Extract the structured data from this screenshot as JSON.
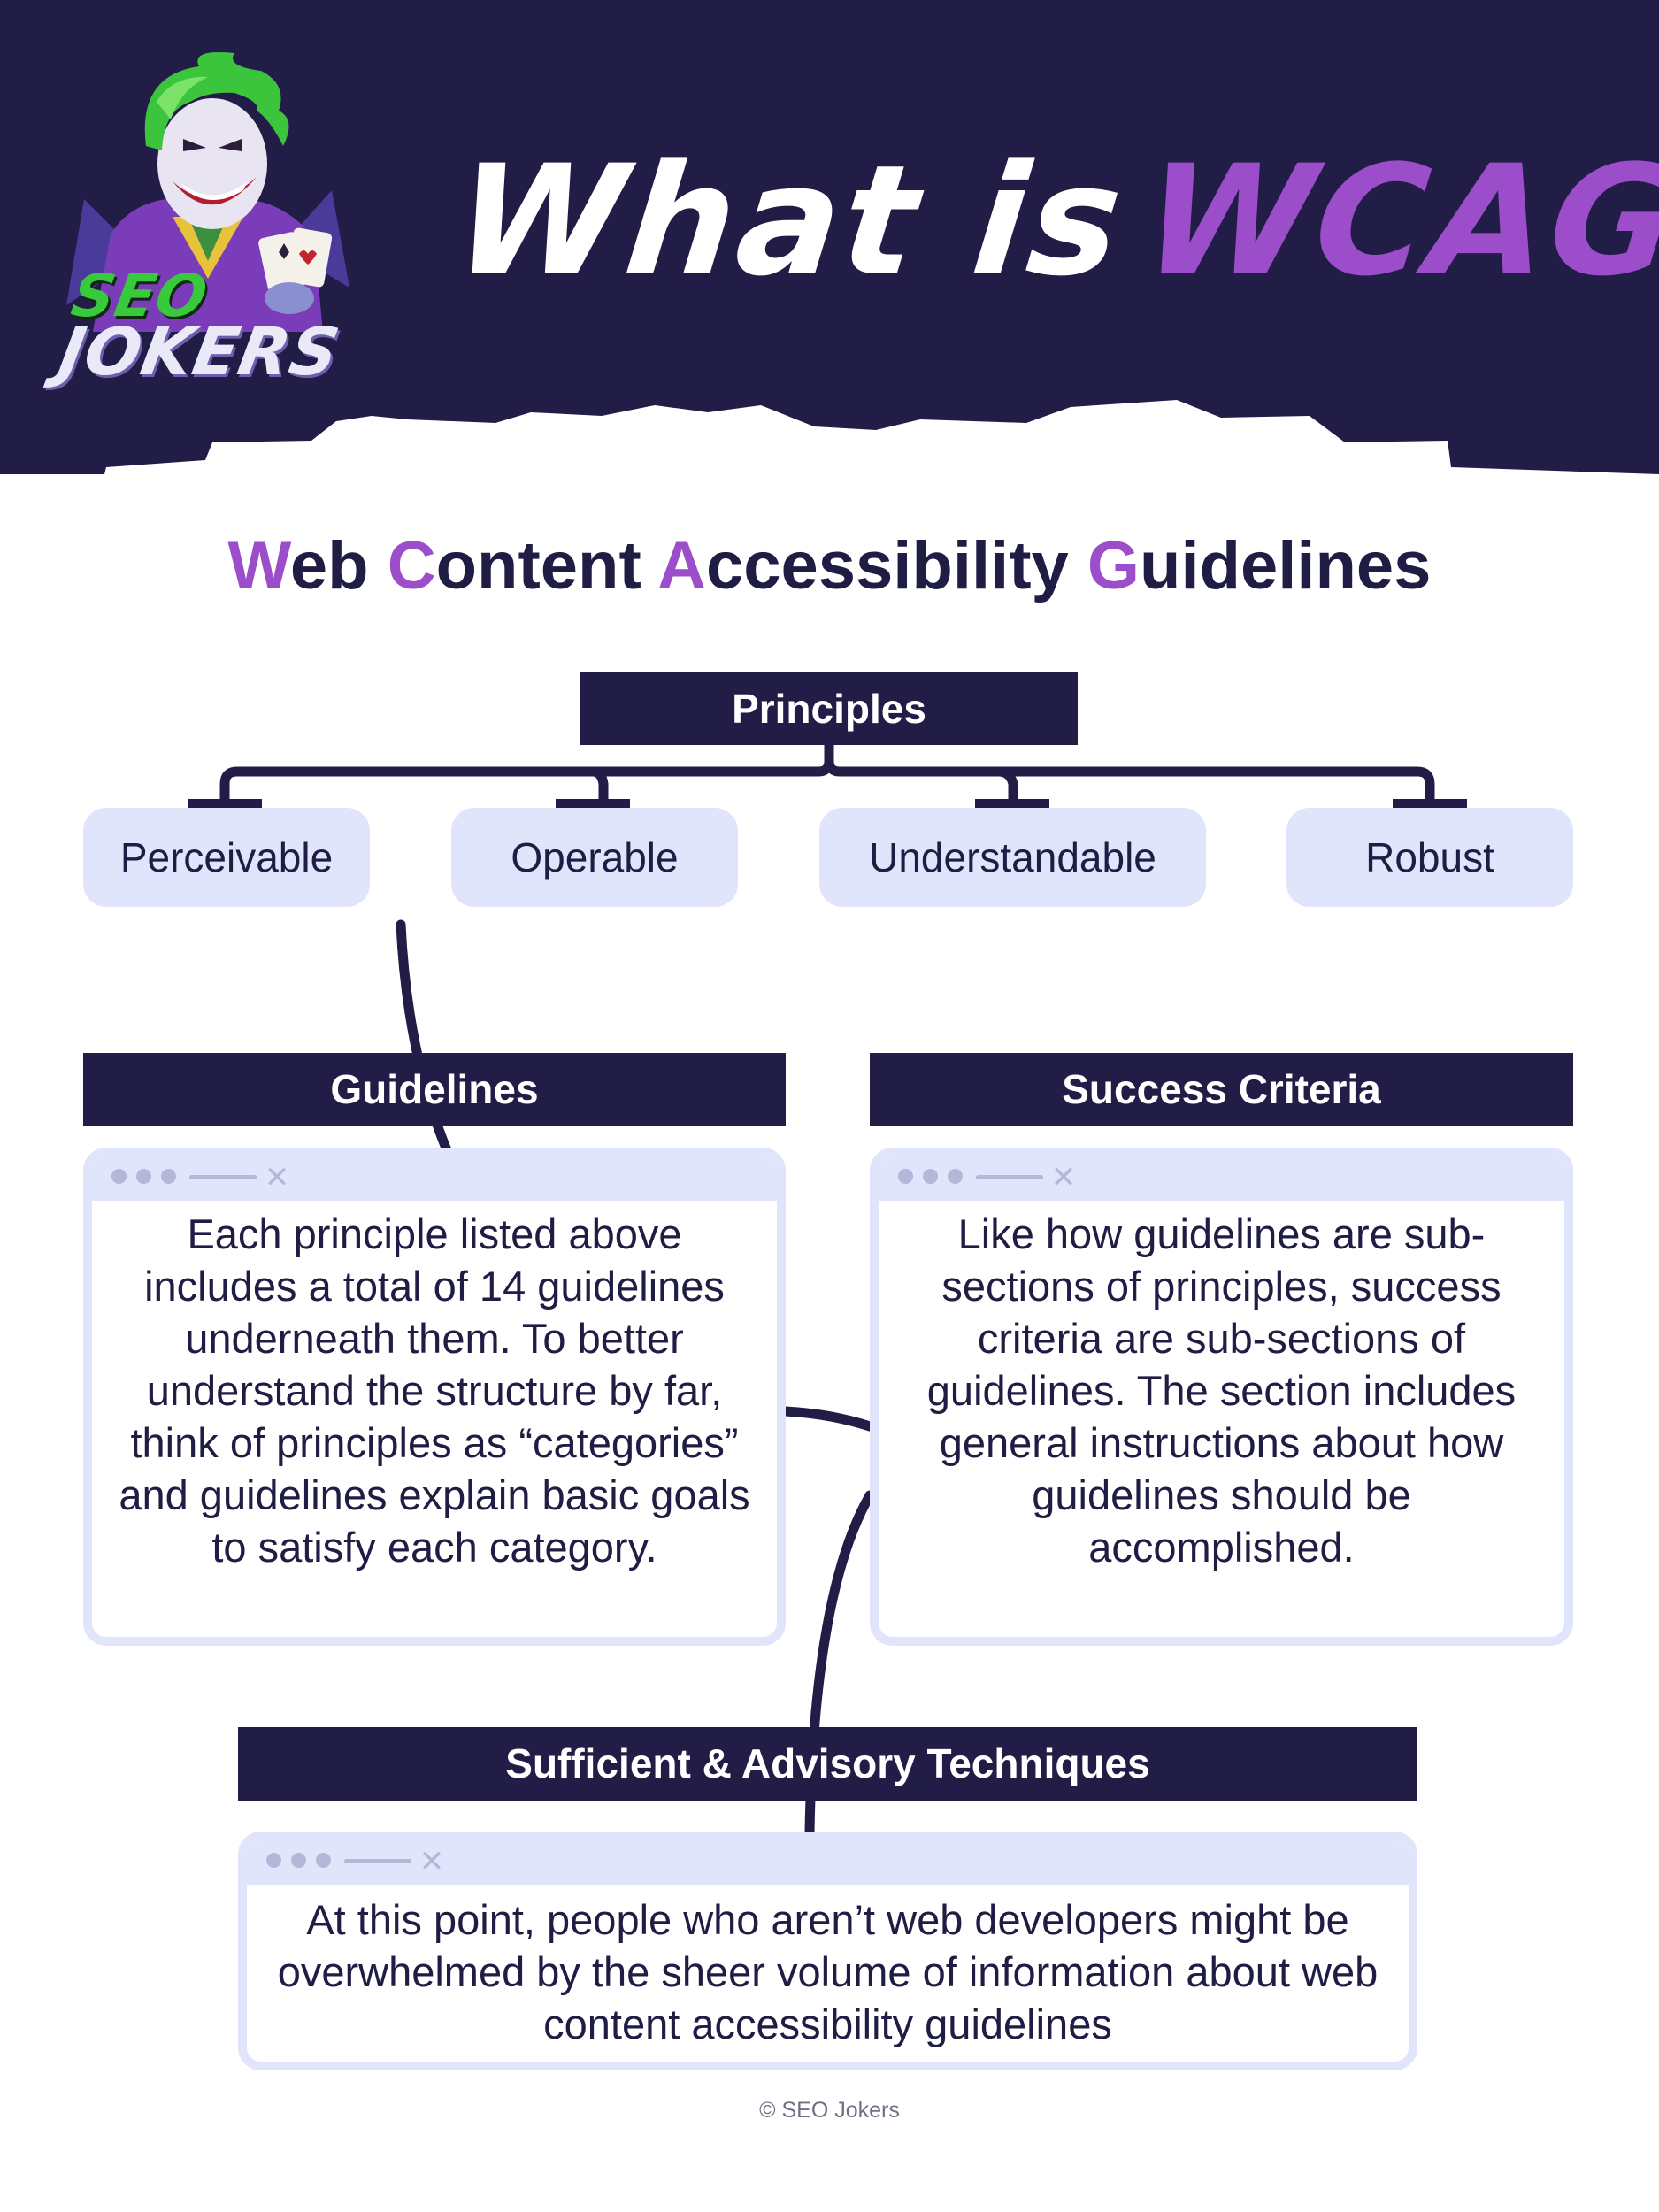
{
  "brand": {
    "logo_line1": "SEO",
    "logo_line2": "JOKERS",
    "colors": {
      "navy": "#211d47",
      "purple": "#9b4dca",
      "lavender": "#e1e5fc",
      "logo_green": "#38c93c"
    }
  },
  "header": {
    "title_white": "What is",
    "title_purple": "WCAG",
    "title_suffix": "?"
  },
  "subtitle": {
    "words": [
      {
        "initial": "W",
        "rest": "eb"
      },
      {
        "initial": "C",
        "rest": "ontent"
      },
      {
        "initial": "A",
        "rest": "ccessibility"
      },
      {
        "initial": "G",
        "rest": "uidelines"
      }
    ]
  },
  "principles": {
    "heading": "Principles",
    "items": [
      "Perceivable",
      "Operable",
      "Understandable",
      "Robust"
    ]
  },
  "guidelines": {
    "heading": "Guidelines",
    "text": "Each principle listed above includes a total of 14 guidelines underneath them. To better understand the structure by far, think of principles as “categories” and guidelines explain basic goals to satisfy each category."
  },
  "success_criteria": {
    "heading": "Success Criteria",
    "text": "Like how guidelines are sub-sections of principles, success criteria are sub-sections of guidelines. The section includes general instructions about how guidelines should be accomplished."
  },
  "techniques": {
    "heading": "Sufficient & Advisory Techniques",
    "text": "At this point, people who aren’t web developers might be overwhelmed by the sheer volume of information about web content accessibility guidelines"
  },
  "window_icons": [
    "dot-icon",
    "dot-icon",
    "dot-icon",
    "dash-icon",
    "close-icon"
  ],
  "footer": {
    "copyright": "© SEO Jokers"
  }
}
